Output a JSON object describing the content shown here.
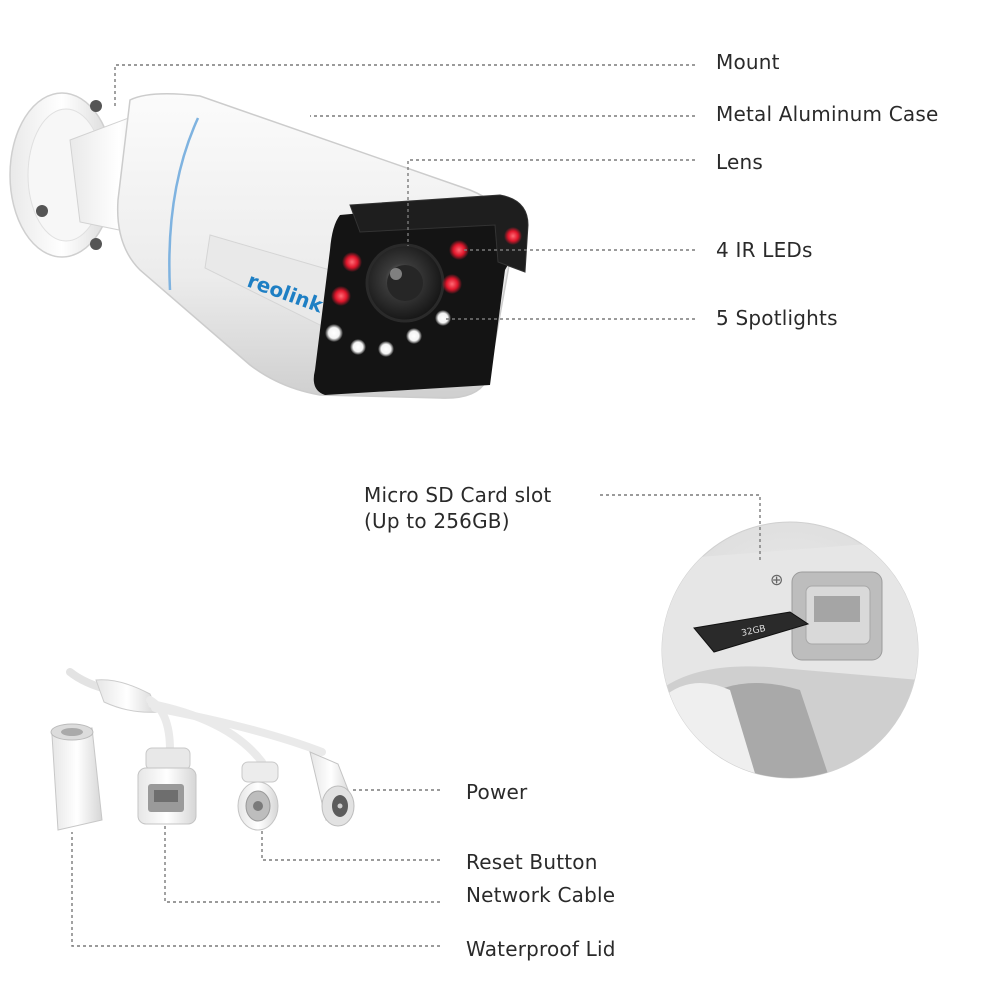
{
  "brand": {
    "logo_text": "reolink"
  },
  "sd_card": {
    "text": "32GB"
  },
  "labels": {
    "mount": "Mount",
    "case": "Metal Aluminum Case",
    "lens": "Lens",
    "ir_leds": "4 IR LEDs",
    "spotlights": "5 Spotlights",
    "sd_slot_line1": "Micro SD Card slot",
    "sd_slot_line2": "(Up to 256GB)",
    "power": "Power",
    "reset": "Reset Button",
    "network": "Network Cable",
    "lid": "Waterproof Lid"
  },
  "colors": {
    "ir_led": "#e0162b",
    "spotlight": "#ffffff",
    "leader_line": "#777777",
    "text": "#2a2a2a",
    "logo": "#1e7fc4"
  }
}
